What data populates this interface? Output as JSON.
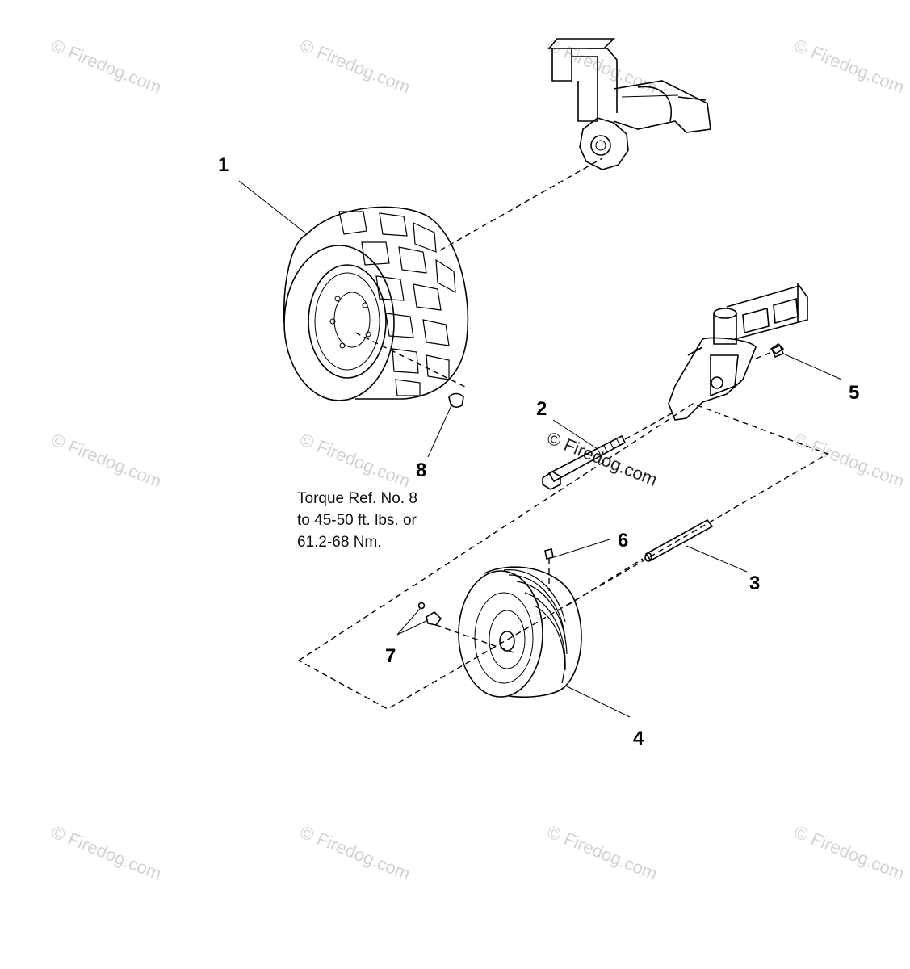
{
  "diagram": {
    "callouts": [
      "1",
      "2",
      "3",
      "4",
      "5",
      "6",
      "7",
      "8"
    ],
    "note_lines": [
      "Torque Ref. No. 8",
      "to 45-50 ft. lbs. or",
      "61.2-68 Nm."
    ]
  },
  "watermark": {
    "text": "© Firedog.com",
    "color": "#d2d2d2"
  }
}
